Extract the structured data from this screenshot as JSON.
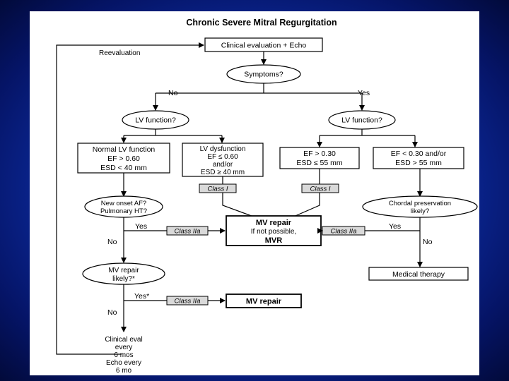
{
  "title": "Chronic Severe Mitral Regurgitation",
  "reevaluation": "Reevaluation",
  "clinical_eval": "Clinical evaluation + Echo",
  "symptoms": "Symptoms?",
  "no": "No",
  "yes": "Yes",
  "lv_function_q": "LV function?",
  "normal_lv": [
    "Normal LV function",
    "EF > 0.60",
    "ESD < 40 mm"
  ],
  "lv_dysfunction": [
    "LV dysfunction",
    "EF ≤ 0.60",
    "and/or",
    "ESD ≥ 40 mm"
  ],
  "ef_030": [
    "EF > 0.30",
    "ESD ≤ 55 mm"
  ],
  "ef_lt030": [
    "EF < 0.30 and/or",
    "ESD > 55 mm"
  ],
  "class_i": "Class I",
  "class_iia": "Class IIa",
  "new_onset": [
    "New onset AF?",
    "Pulmonary HT?"
  ],
  "chordal": [
    "Chordal preservation",
    "likely?"
  ],
  "mv_repair_main": [
    "MV repair",
    "If not possible,",
    "MVR"
  ],
  "mv_repair_likely": [
    "MV repair",
    "likely?*"
  ],
  "yes_star": "Yes*",
  "mv_repair_final": "MV repair",
  "medical_therapy": "Medical therapy",
  "clinical_eval_every": [
    "Clinical eval",
    "every",
    "6 mos",
    "Echo every",
    "6 mo"
  ]
}
